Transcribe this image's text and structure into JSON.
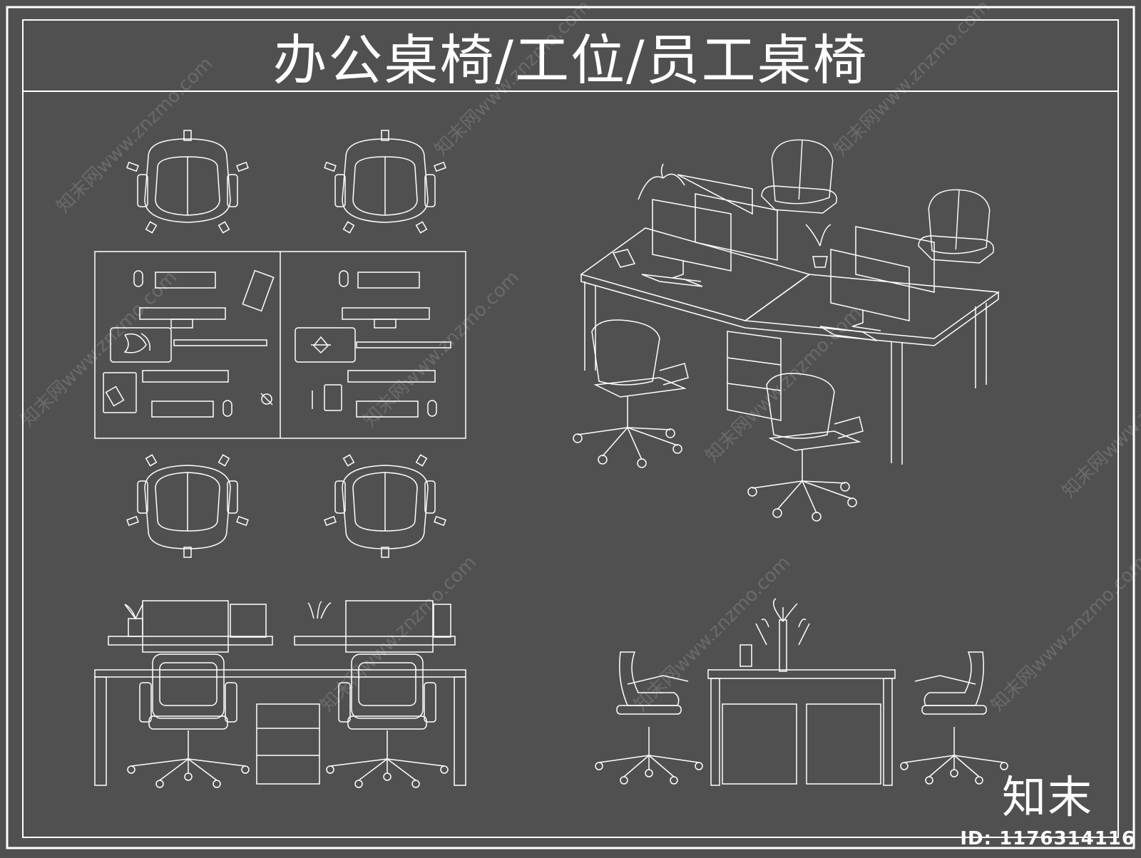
{
  "title": "办公桌椅/工位/员工桌椅",
  "brand": "知末",
  "id_label": "ID: 1176314116",
  "watermark": "知末网www.znzmo.com",
  "colors": {
    "background": "#505050",
    "line": "#ffffff",
    "watermark": "#6a6a6a"
  }
}
